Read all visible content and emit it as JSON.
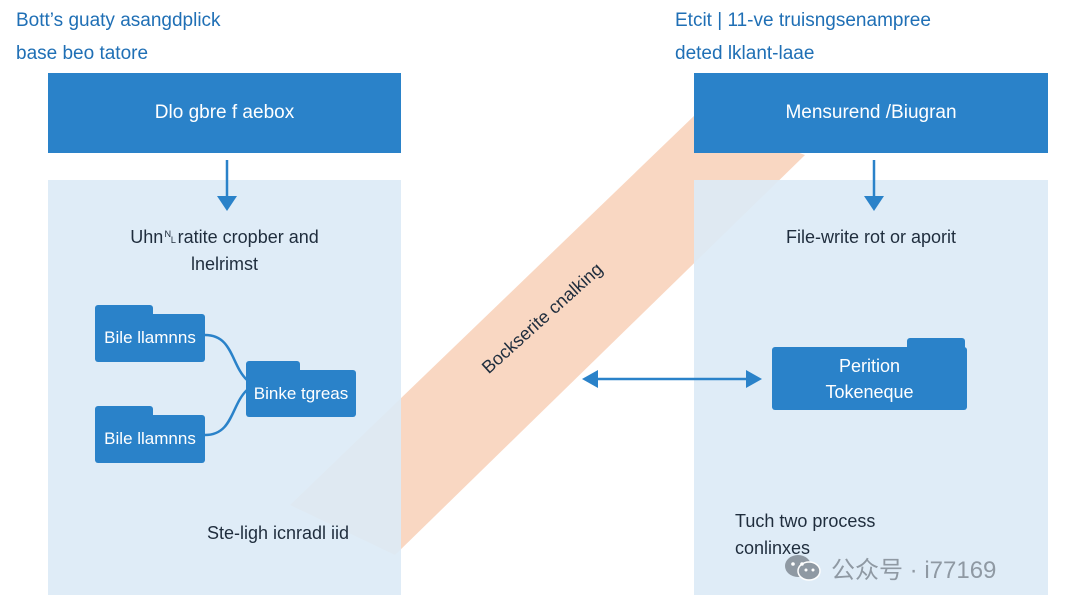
{
  "left": {
    "caption_line1": "Bott’s guaty asangdplick",
    "caption_line2": "base beo tatore",
    "header": "Dlo gbre f aebox",
    "body_line1": "Uhn␤ratite cropber and",
    "body_line2": "lnelrimst",
    "folder_top": "Bile llamnns",
    "folder_bottom": "Bile llamnns",
    "folder_merge": "Binke tgreas",
    "footer": "Ste-ligh icnradl iid"
  },
  "right": {
    "caption_line1": "Etcit | 11-ve truisngsenampree",
    "caption_line2": "deted lklant-laae",
    "header": "Mensurend /Biugran",
    "body_text": "File-write rot or aporit",
    "folder_line1": "Perition",
    "folder_line2": "Tokeneque",
    "footer_line1": "Tuch two process",
    "footer_line2": "conlinxes"
  },
  "band_label": "Bockserite cnalking",
  "watermark": {
    "icon": "wechat-icon",
    "text": "公众号 · i77169"
  },
  "colors": {
    "primary_blue": "#2a82c9",
    "panel_blue": "#dceaf6",
    "band_peach": "#f7c9ad",
    "caption_blue": "#1f6fb5"
  }
}
